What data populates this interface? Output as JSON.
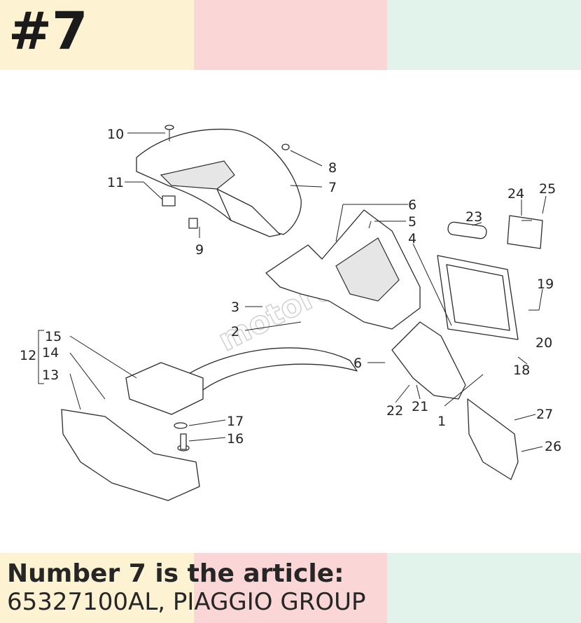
{
  "header": {
    "title": "#7",
    "band_colors": [
      "#fdf3d3",
      "#fad7d6",
      "#e2f3ec"
    ]
  },
  "footer": {
    "line1": "Number 7 is the article:",
    "line2": "65327100AL, PIAGGIO GROUP",
    "band_colors": [
      "#fdf3d3",
      "#fad7d6",
      "#e2f3ec"
    ]
  },
  "diagram": {
    "watermark": "motoruf",
    "callouts": {
      "c1": "1",
      "c2": "2",
      "c3": "3",
      "c4": "4",
      "c5": "5",
      "c6a": "6",
      "c6b": "6",
      "c7": "7",
      "c8": "8",
      "c9": "9",
      "c10": "10",
      "c11": "11",
      "c12": "12",
      "c13": "13",
      "c14": "14",
      "c15": "15",
      "c16": "16",
      "c17": "17",
      "c18": "18",
      "c19": "19",
      "c20": "20",
      "c21": "21",
      "c22": "22",
      "c23": "23",
      "c24": "24",
      "c25": "25",
      "c26": "26",
      "c27": "27"
    }
  }
}
